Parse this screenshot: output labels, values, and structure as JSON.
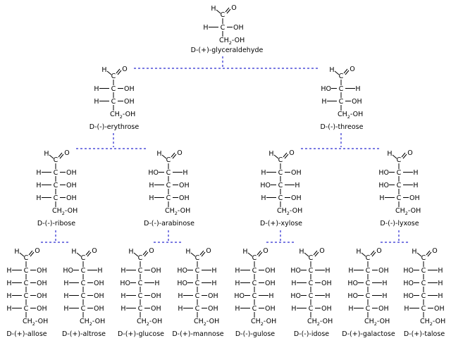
{
  "labels": {
    "hydrogen": "H",
    "carbon": "C",
    "oxygen": "O",
    "hydroxyl_right": "OH",
    "hydroxyl_left": "HO",
    "ch2": "CH",
    "ch2_sub": "2",
    "ch2oh_tail": "-OH"
  },
  "colors": {
    "chiral_carbon": "#e01010",
    "bond": "#000000",
    "connector": "#2a2ad0"
  },
  "compounds": [
    {
      "id": "glyceraldehyde",
      "name": "D-(+)-glyceraldehyde",
      "chiral_config": [
        "R"
      ]
    },
    {
      "id": "erythrose",
      "name": "D-(-)-erythrose",
      "chiral_config": [
        "R",
        "R"
      ]
    },
    {
      "id": "threose",
      "name": "D-(-)-threose",
      "chiral_config": [
        "L",
        "R"
      ]
    },
    {
      "id": "ribose",
      "name": "D-(-)-ribose",
      "chiral_config": [
        "R",
        "R",
        "R"
      ]
    },
    {
      "id": "arabinose",
      "name": "D-(-)-arabinose",
      "chiral_config": [
        "L",
        "R",
        "R"
      ]
    },
    {
      "id": "xylose",
      "name": "D-(+)-xylose",
      "chiral_config": [
        "R",
        "L",
        "R"
      ]
    },
    {
      "id": "lyxose",
      "name": "D-(-)-lyxose",
      "chiral_config": [
        "L",
        "L",
        "R"
      ]
    },
    {
      "id": "allose",
      "name": "D-(+)-allose",
      "chiral_config": [
        "R",
        "R",
        "R",
        "R"
      ]
    },
    {
      "id": "altrose",
      "name": "D-(+)-altrose",
      "chiral_config": [
        "L",
        "R",
        "R",
        "R"
      ]
    },
    {
      "id": "glucose",
      "name": "D-(+)-glucose",
      "chiral_config": [
        "R",
        "L",
        "R",
        "R"
      ]
    },
    {
      "id": "mannose",
      "name": "D-(+)-mannose",
      "chiral_config": [
        "L",
        "L",
        "R",
        "R"
      ]
    },
    {
      "id": "gulose",
      "name": "D-(-)-gulose",
      "chiral_config": [
        "R",
        "R",
        "L",
        "R"
      ]
    },
    {
      "id": "idose",
      "name": "D-(-)-idose",
      "chiral_config": [
        "L",
        "R",
        "L",
        "R"
      ]
    },
    {
      "id": "galactose",
      "name": "D-(+)-galactose",
      "chiral_config": [
        "R",
        "L",
        "L",
        "R"
      ]
    },
    {
      "id": "talose",
      "name": "D-(+)-talose",
      "chiral_config": [
        "L",
        "L",
        "L",
        "R"
      ]
    }
  ]
}
